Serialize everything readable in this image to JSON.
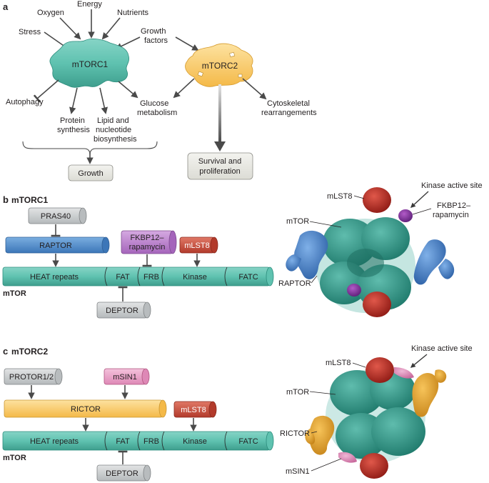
{
  "panel_a": {
    "letter": "a",
    "inputs": {
      "stress": "Stress",
      "oxygen": "Oxygen",
      "energy": "Energy",
      "nutrients": "Nutrients",
      "growth_factors_1": "Growth",
      "growth_factors_2": "factors"
    },
    "mtorc1": "mTORC1",
    "mtorc2": "mTORC2",
    "outputs": {
      "autophagy": "Autophagy",
      "protein_1": "Protein",
      "protein_2": "synthesis",
      "lipid_1": "Lipid and",
      "lipid_2": "nucleotide",
      "lipid_3": "biosynthesis",
      "glucose_1": "Glucose",
      "glucose_2": "metabolism",
      "cyto_1": "Cytoskeletal",
      "cyto_2": "rearrangements"
    },
    "growth_box": "Growth",
    "survival_1": "Survival and",
    "survival_2": "proliferation"
  },
  "panel_b": {
    "letter": "b",
    "title": "mTORC1",
    "pras40": "PRAS40",
    "raptor": "RAPTOR",
    "fkbp_1": "FKBP12–",
    "fkbp_2": "rapamycin",
    "mlst8": "mLST8",
    "domains": [
      "HEAT repeats",
      "FAT",
      "FRB",
      "Kinase",
      "FATC"
    ],
    "mtor": "mTOR",
    "deptor": "DEPTOR",
    "structure_labels": {
      "mlst8": "mLST8",
      "kinase_site": "Kinase active site",
      "mtor": "mTOR",
      "fkbp_1": "FKBP12–",
      "fkbp_2": "rapamycin",
      "raptor": "RAPTOR"
    }
  },
  "panel_c": {
    "letter": "c",
    "title": "mTORC2",
    "protor": "PROTOR1/2",
    "msin1": "mSIN1",
    "rictor": "RICTOR",
    "mlst8": "mLST8",
    "domains": [
      "HEAT repeats",
      "FAT",
      "FRB",
      "Kinase",
      "FATC"
    ],
    "mtor": "mTOR",
    "deptor": "DEPTOR",
    "structure_labels": {
      "mlst8": "mLST8",
      "kinase_site": "Kinase active site",
      "mtor": "mTOR",
      "rictor": "RICTOR",
      "msin1": "mSIN1"
    }
  },
  "colors": {
    "mtor_teal": "#5fc2b0",
    "mtorc2_yellow": "#f8c65a",
    "raptor_blue": "#4a86c8",
    "rictor_yellow": "#f6c55c",
    "fkbp_purple": "#b67cc9",
    "mlst8_red": "#c64a3a",
    "msin1_pink": "#e79ac2",
    "grey_box": "#c7cacc",
    "pale_box": "#e9e9e4"
  }
}
